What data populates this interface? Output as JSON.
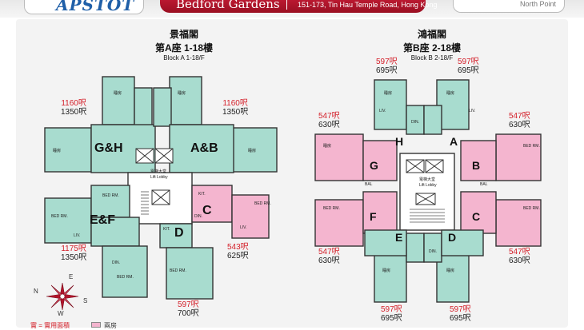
{
  "header": {
    "logo": "APSTOT",
    "estate_name": "Bedford Gardens",
    "address": "151-173, Tin Hau Temple Road, Hong Kong",
    "district": "North Point"
  },
  "block_a": {
    "title_cn": "景福閣",
    "subtitle_cn": "第A座 1-18樓",
    "subtitle_en": "Block A 1-18/F",
    "units": [
      "G&H",
      "A&B",
      "E&F",
      "C",
      "D"
    ],
    "lobby_cn": "電梯大堂",
    "lobby_en": "Lift Lobby",
    "sizes": [
      {
        "unit": "G&H",
        "saleable": "1160呎",
        "gross": "1350呎"
      },
      {
        "unit": "A&B",
        "saleable": "1160呎",
        "gross": "1350呎"
      },
      {
        "unit": "E&F",
        "saleable": "1175呎",
        "gross": "1350呎"
      },
      {
        "unit": "C",
        "saleable": "543呎",
        "gross": "625呎"
      },
      {
        "unit": "D",
        "saleable": "597呎",
        "gross": "700呎"
      }
    ]
  },
  "block_b": {
    "title_cn": "鴻福閣",
    "subtitle_cn": "第B座 2-18樓",
    "subtitle_en": "Block B 2-18/F",
    "units": [
      "H",
      "A",
      "G",
      "B",
      "F",
      "C",
      "E",
      "D"
    ],
    "lobby_cn": "電梯大堂",
    "lobby_en": "Lift Lobby",
    "sizes": [
      {
        "unit": "H",
        "saleable": "597呎",
        "gross": "695呎"
      },
      {
        "unit": "A",
        "saleable": "597呎",
        "gross": "695呎"
      },
      {
        "unit": "G",
        "saleable": "547呎",
        "gross": "630呎"
      },
      {
        "unit": "B",
        "saleable": "547呎",
        "gross": "630呎"
      },
      {
        "unit": "F",
        "saleable": "547呎",
        "gross": "630呎"
      },
      {
        "unit": "C",
        "saleable": "547呎",
        "gross": "630呎"
      },
      {
        "unit": "E",
        "saleable": "597呎",
        "gross": "695呎"
      },
      {
        "unit": "D",
        "saleable": "597呎",
        "gross": "695呎"
      }
    ]
  },
  "room_labels": {
    "bedroom": "睡房",
    "bed_rm": "BED RM.",
    "liv": "LIV.",
    "din": "DIN.",
    "kit": "KIT.",
    "bal": "BAL",
    "kitchen_cn": "廚房"
  },
  "compass": {
    "n": "N",
    "e": "E",
    "s": "S",
    "w": "W"
  },
  "legend": {
    "note": "實 = 實用面積",
    "swatch_label": "兩房"
  },
  "colors": {
    "teal": "#a8dccf",
    "pink": "#f4b5cf",
    "wall": "#333333",
    "red": "#d4202a",
    "banner": "#b3152b"
  }
}
